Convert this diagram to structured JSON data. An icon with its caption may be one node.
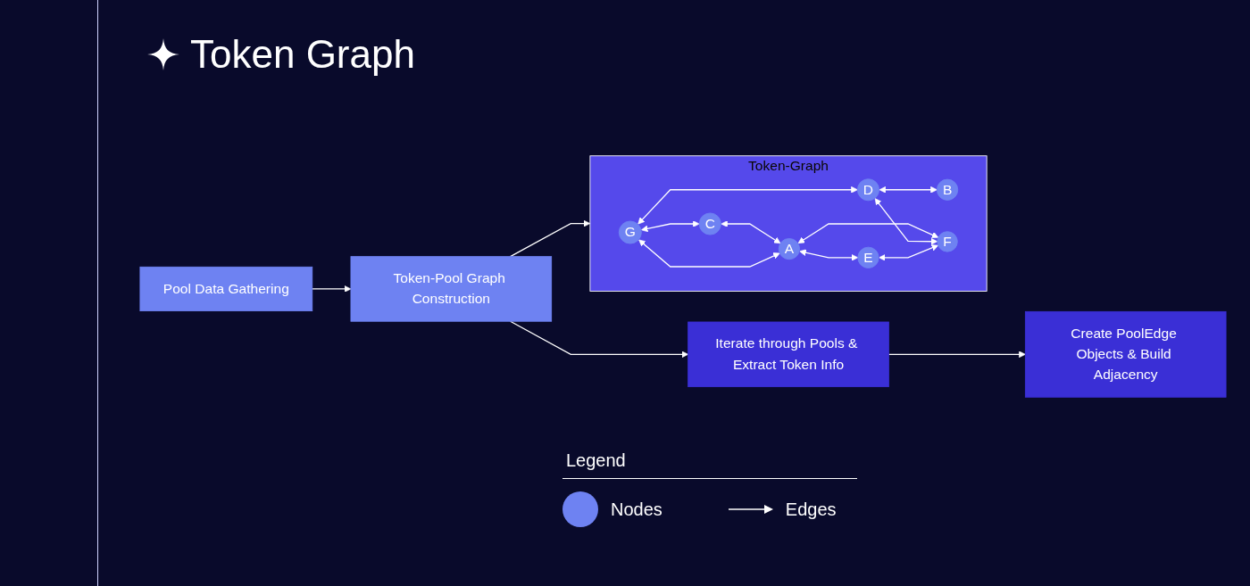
{
  "diagram": {
    "title": "Token Graph",
    "nodes": [
      {
        "text": [
          "Pool Data Gathering"
        ]
      },
      {
        "text": [
          "Token-Pool Graph Construction"
        ]
      },
      {
        "text": [
          "Token-Graph"
        ]
      },
      {
        "text": [
          "C"
        ],
        "in": 2
      },
      {
        "text": [
          "G"
        ],
        "in": 2
      },
      {
        "text": [
          "A"
        ],
        "in": 2
      },
      {
        "text": [
          "E"
        ],
        "in": 2
      },
      {
        "text": [
          "D"
        ],
        "in": 2
      },
      {
        "text": [
          "B"
        ],
        "in": 2
      },
      {
        "text": [
          "F"
        ],
        "in": 2
      },
      {
        "text": [
          "Iterate through Pools & Extract Token Info"
        ]
      },
      {
        "text": [
          "Create PoolEdge Objects & Build Adjacency"
        ]
      }
    ],
    "edges": [
      {
        "from": 0,
        "to": 1,
        "arrow": "to"
      },
      {
        "from": 1,
        "to": 2,
        "arrow": "to"
      },
      {
        "from": 1,
        "to": 10,
        "arrow": "to"
      },
      {
        "from": 10,
        "to": 11,
        "arrow": "to"
      },
      {
        "from": 4,
        "to": 3,
        "arrow": "both"
      },
      {
        "from": 3,
        "to": 5,
        "arrow": "both"
      },
      {
        "from": 4,
        "to": 5,
        "arrow": "both"
      },
      {
        "from": 5,
        "to": 6,
        "arrow": "both"
      },
      {
        "from": 4,
        "to": 7,
        "arrow": "both"
      },
      {
        "from": 7,
        "to": 8,
        "arrow": "both"
      },
      {
        "from": 5,
        "to": 9,
        "arrow": "both"
      },
      {
        "from": 7,
        "to": 9,
        "arrow": "both"
      },
      {
        "from": 6,
        "to": 9,
        "arrow": "both"
      }
    ],
    "labels": [
      "Legend"
    ],
    "legend": [
      {
        "text": "Nodes",
        "color": "#6e82f2"
      },
      {
        "text": "Edges"
      }
    ]
  }
}
